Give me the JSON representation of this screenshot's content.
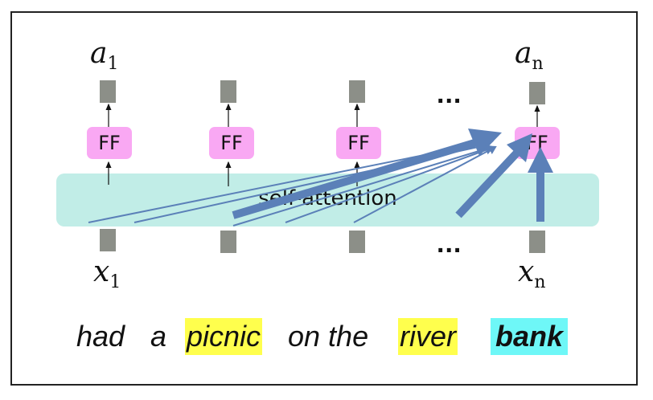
{
  "labels": {
    "a1": "a",
    "a1_sub": "1",
    "an": "a",
    "an_sub": "n",
    "x1": "x",
    "x1_sub": "1",
    "xn": "x",
    "xn_sub": "n",
    "ellipsis_top": "...",
    "ellipsis_bottom": "..."
  },
  "ff_label": "FF",
  "band_label": "self-attention",
  "sentence": [
    {
      "text": "had",
      "highlight": null
    },
    {
      "text": "a",
      "highlight": null
    },
    {
      "text": "picnic",
      "highlight": "#ffff4d"
    },
    {
      "text": "on the",
      "highlight": null
    },
    {
      "text": "river",
      "highlight": "#ffff4d"
    },
    {
      "text": "bank",
      "highlight": "#6ef7f7"
    }
  ],
  "colors": {
    "ff": "#f9a8f3",
    "band": "#c1ede7",
    "arrow": "#5b80b8",
    "node": "#8c8f88"
  }
}
